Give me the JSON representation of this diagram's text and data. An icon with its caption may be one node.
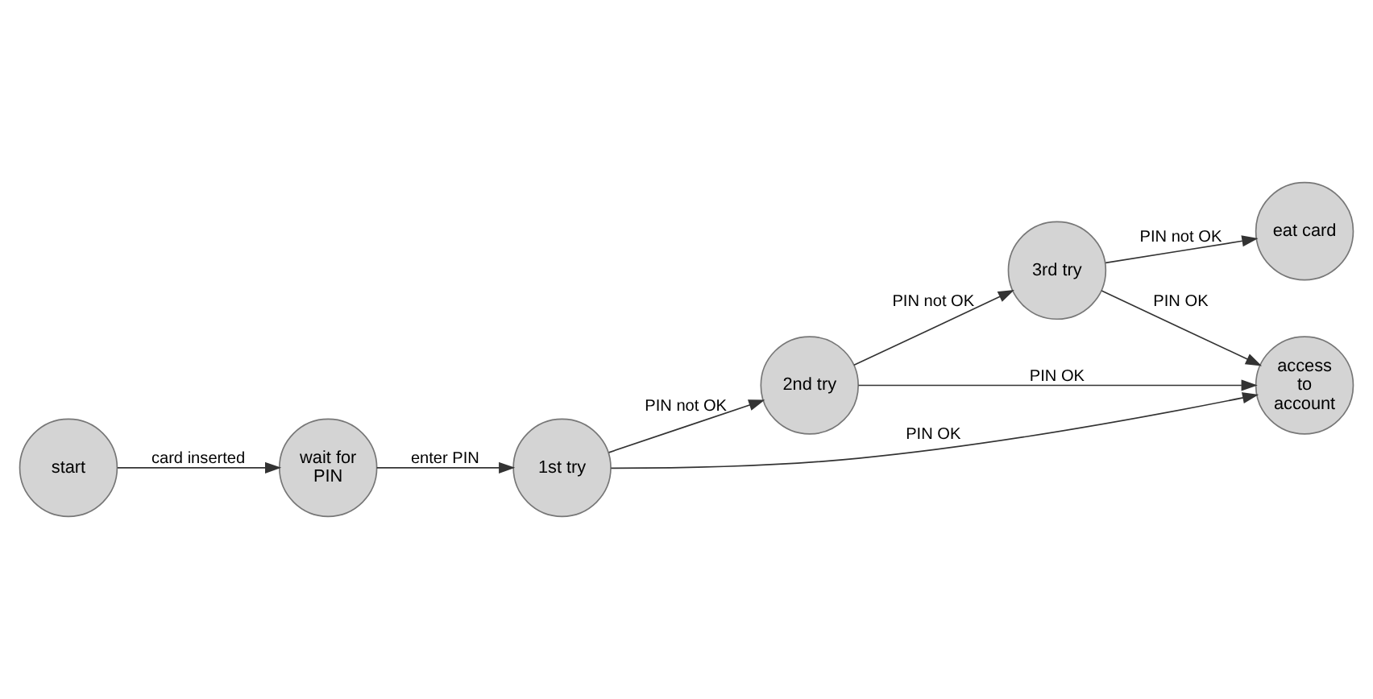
{
  "diagram": {
    "nodes": [
      {
        "text": [
          "start"
        ]
      },
      {
        "text": [
          "wait for PIN"
        ]
      },
      {
        "text": [
          "1st try"
        ]
      },
      {
        "text": [
          "2nd try"
        ]
      },
      {
        "text": [
          "3rd try"
        ]
      },
      {
        "text": [
          "eat card"
        ]
      },
      {
        "text": [
          "access to account"
        ]
      }
    ],
    "edges": [
      {
        "from": 0,
        "to": 1,
        "arrow": "to",
        "label": "card inserted"
      },
      {
        "from": 1,
        "to": 2,
        "arrow": "to",
        "label": "enter PIN"
      },
      {
        "from": 2,
        "to": 3,
        "arrow": "to",
        "label": "PIN not OK"
      },
      {
        "from": 3,
        "to": 4,
        "arrow": "to",
        "label": "PIN not OK"
      },
      {
        "from": 4,
        "to": 5,
        "arrow": "to",
        "label": "PIN not OK"
      },
      {
        "from": 2,
        "to": 6,
        "arrow": "to",
        "label": "PIN OK"
      },
      {
        "from": 3,
        "to": 6,
        "arrow": "to",
        "label": "PIN OK"
      },
      {
        "from": 4,
        "to": 6,
        "arrow": "to",
        "label": "PIN OK"
      }
    ]
  }
}
